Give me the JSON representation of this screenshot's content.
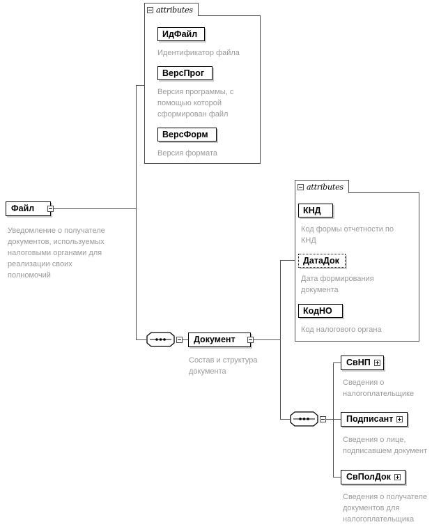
{
  "diagram": {
    "type": "xml-schema-tree",
    "root": {
      "name": "Файл",
      "toggle": "minus-icon",
      "description": "Уведомление о получателе\nдокументов, используемых\nналоговыми органами для\nреализации своих\nполномочий"
    },
    "attribute_groups": [
      {
        "tab_label": "attributes",
        "tab_toggle": "minus-icon",
        "attributes": [
          {
            "name": "ИдФайл",
            "required": true,
            "description": "Идентификатор файла"
          },
          {
            "name": "ВерсПрог",
            "required": true,
            "description": "Версия программы, с\nпомощью которой\nсформирован файл"
          },
          {
            "name": "ВерсФорм",
            "required": true,
            "description": "Версия формата"
          }
        ]
      },
      {
        "tab_label": "attributes",
        "tab_toggle": "minus-icon",
        "attributes": [
          {
            "name": "КНД",
            "required": true,
            "description": "Код формы отчетности по\nКНД"
          },
          {
            "name": "ДатаДок",
            "required": false,
            "description": "Дата формирования\nдокумента"
          },
          {
            "name": "КодНО",
            "required": true,
            "description": "Код налогового органа"
          }
        ]
      }
    ],
    "compositors": [
      {
        "kind": "sequence",
        "toggle": "minus-icon"
      },
      {
        "kind": "sequence",
        "toggle": "minus-icon"
      }
    ],
    "elements": [
      {
        "name": "Документ",
        "toggle": "minus-icon",
        "description": "Состав и структура\nдокумента"
      },
      {
        "name": "СвНП",
        "toggle": "plus-icon",
        "description": "Сведения о\nналогоплательщике"
      },
      {
        "name": "Подписант",
        "toggle": "plus-icon",
        "description": "Сведения о лице,\nподписавшем документ"
      },
      {
        "name": "СвПолДок",
        "toggle": "plus-icon",
        "description": "Сведения о получателе\nдокументов для\nналогоплательщика"
      }
    ],
    "colors": {
      "line": "#4d4d4d",
      "node_border": "#000000",
      "description_text": "#9a9a9a",
      "shadow": "#c8c8c8",
      "background": "#ffffff"
    }
  }
}
